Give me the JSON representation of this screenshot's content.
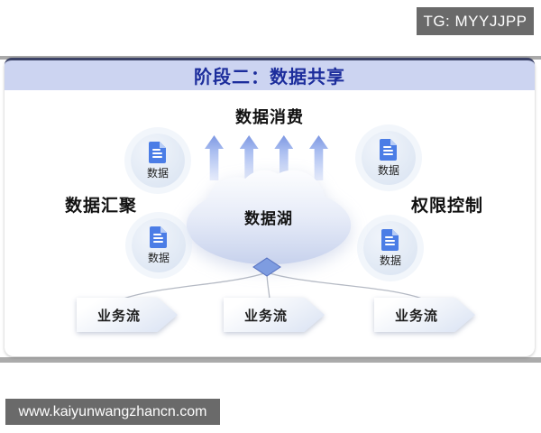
{
  "badges": {
    "tg": "TG: MYYJJPP",
    "site": "www.kaiyunwangzhancn.com"
  },
  "panel": {
    "title": "阶段二：数据共享",
    "consumption_label": "数据消费",
    "lake_label": "数据湖",
    "aggregation_label": "数据汇聚",
    "permission_label": "权限控制",
    "data_icons": [
      {
        "label": "数据"
      },
      {
        "label": "数据"
      },
      {
        "label": "数据"
      },
      {
        "label": "数据"
      }
    ],
    "flows": [
      {
        "label": "业务流"
      },
      {
        "label": "业务流"
      },
      {
        "label": "业务流"
      }
    ]
  },
  "colors": {
    "header_bg": "#ccd4f1",
    "header_text": "#1c2d9c",
    "doc_icon_blue": "#4b7de6",
    "arrow_blue": "#7d97e2",
    "cloud_bottom": "#c5d0ec",
    "diamond_blue": "#7e9ce0",
    "connector_gray": "#b5bac4",
    "badge_bg": "#6a6a6a"
  }
}
